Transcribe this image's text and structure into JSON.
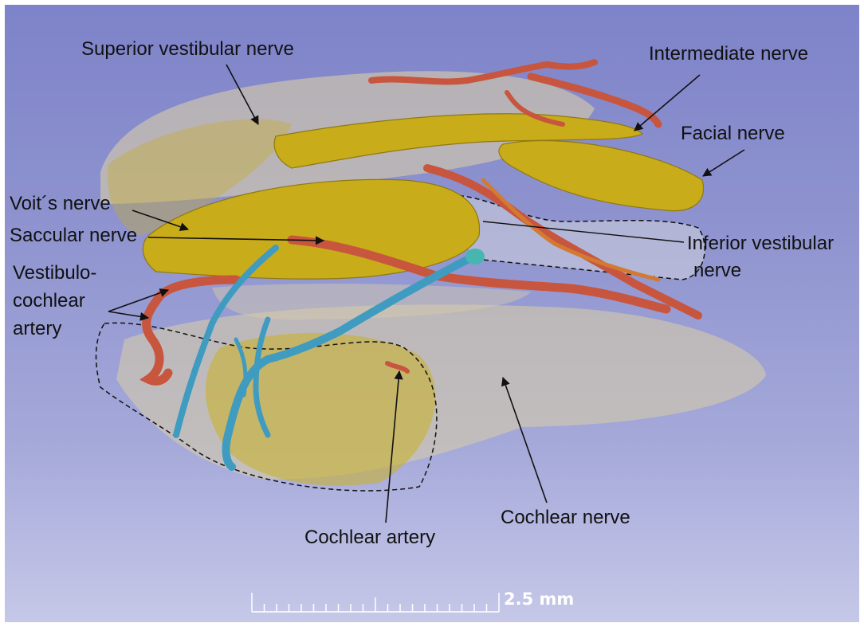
{
  "labels": {
    "superior_vestibular": "Superior vestibular nerve",
    "intermediate": "Intermediate nerve",
    "facial": "Facial nerve",
    "voit": "Voit´s nerve",
    "saccular": "Saccular nerve",
    "inferior_vestibular_1": "Inferior vestibular",
    "inferior_vestibular_2": "nerve",
    "vestibulo_1": "Vestibulo-",
    "vestibulo_2": "cochlear",
    "vestibulo_3": "artery",
    "cochlear_artery": "Cochlear artery",
    "cochlear_nerve": "Cochlear nerve"
  },
  "scale_bar": {
    "text": "2.5 mm"
  },
  "colors": {
    "nerve_yellow": "#c9ac19",
    "artery_red": "#c8553e",
    "vein_blue": "#3f9cc0",
    "sheath_beige": "#d6ccaa",
    "background_top": "#7e83c9",
    "background_bottom": "#c6c8e8"
  }
}
